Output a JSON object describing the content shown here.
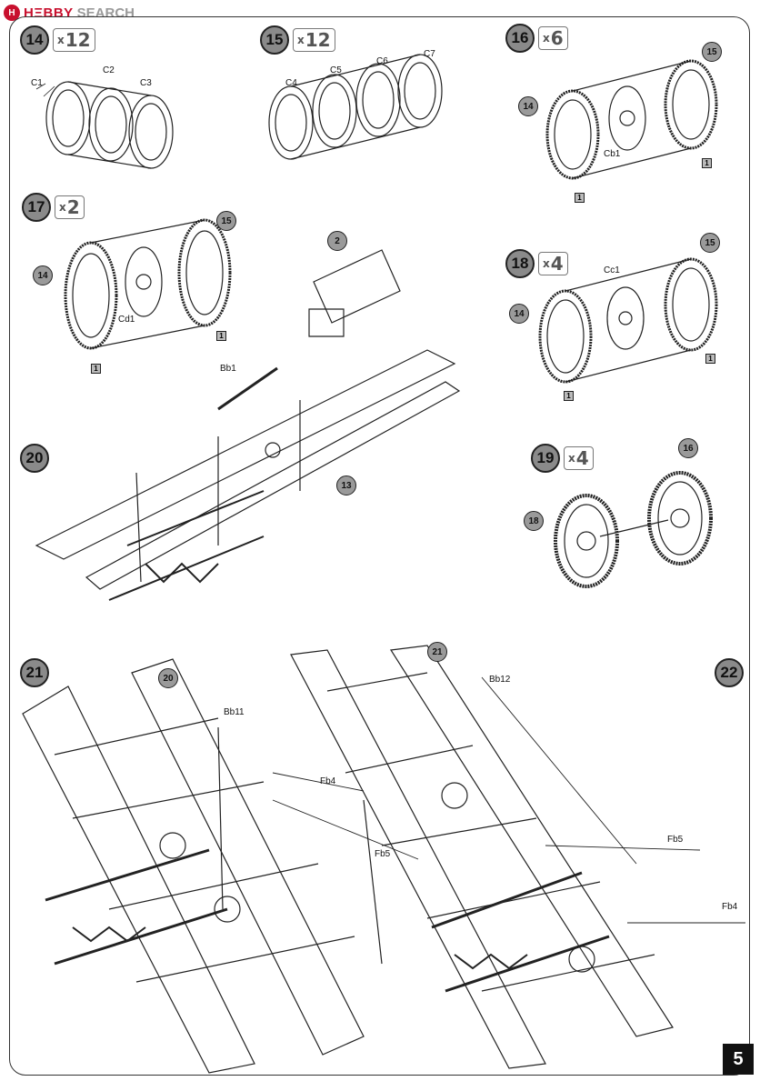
{
  "logo": {
    "mark": "H",
    "brand": "HΞBBY",
    "word": "SEARCH"
  },
  "page_number": "5",
  "steps": [
    {
      "num": "14",
      "mult_x": "x",
      "mult_n": "12"
    },
    {
      "num": "15",
      "mult_x": "x",
      "mult_n": "12"
    },
    {
      "num": "16",
      "mult_x": "x",
      "mult_n": "6"
    },
    {
      "num": "17",
      "mult_x": "x",
      "mult_n": "2"
    },
    {
      "num": "18",
      "mult_x": "x",
      "mult_n": "4"
    },
    {
      "num": "19",
      "mult_x": "x",
      "mult_n": "4"
    },
    {
      "num": "20"
    },
    {
      "num": "21"
    },
    {
      "num": "22"
    }
  ],
  "part_labels": {
    "c1": "C1",
    "c2": "C2",
    "c3": "C3",
    "c4": "C4",
    "c5": "C5",
    "c6": "C6",
    "c7": "C7",
    "cb1": "Cb1",
    "cd1": "Cd1",
    "cc1": "Cc1",
    "bb1": "Bb1",
    "bb11": "Bb11",
    "bb12": "Bb12",
    "fb4_a": "Fb4",
    "fb5_a": "Fb5",
    "fb5_b": "Fb5",
    "fb4_b": "Fb4"
  },
  "callouts": {
    "s16_15": "15",
    "s16_14": "14",
    "s16_sq_a": "1",
    "s16_sq_b": "1",
    "s17_15": "15",
    "s17_14": "14",
    "s17_sq_a": "1",
    "s17_sq_b": "1",
    "s18_15": "15",
    "s18_14": "14",
    "s18_sq_a": "1",
    "s18_sq_b": "1",
    "s19_16": "16",
    "s19_18": "18",
    "s20_2": "2",
    "s20_13": "13",
    "s21_20": "20",
    "s22_21": "21"
  }
}
